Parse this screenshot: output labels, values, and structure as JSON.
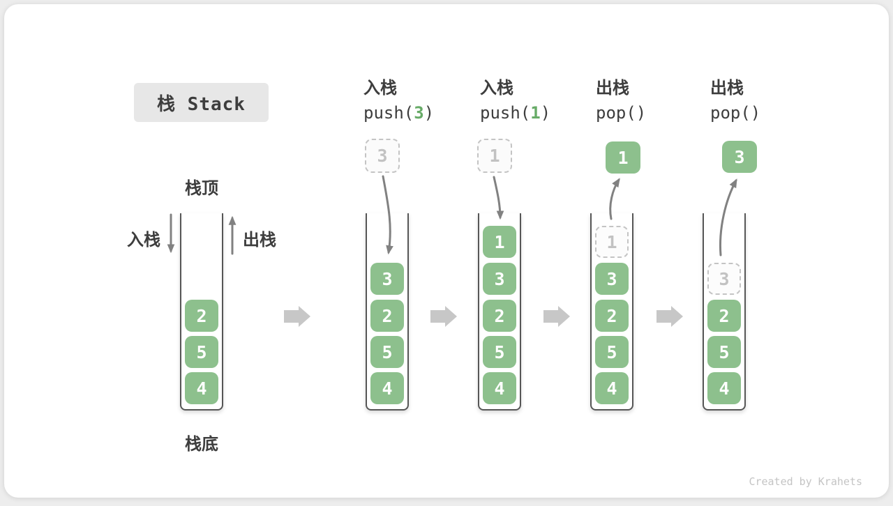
{
  "title": "栈 Stack",
  "watermark": "Created by Krahets",
  "labels": {
    "stack_top": "栈顶",
    "stack_bottom": "栈底",
    "push": "入栈",
    "pop": "出栈"
  },
  "headers": [
    {
      "op": "入栈",
      "code_pre": "push(",
      "code_num": "3",
      "code_post": ")"
    },
    {
      "op": "入栈",
      "code_pre": "push(",
      "code_num": "1",
      "code_post": ")"
    },
    {
      "op": "出栈",
      "code_pre": "pop()",
      "code_num": "",
      "code_post": ""
    },
    {
      "op": "出栈",
      "code_pre": "pop()",
      "code_num": "",
      "code_post": ""
    }
  ],
  "floating": {
    "push3": "3",
    "push1": "1",
    "pop1": "1",
    "pop3": "3"
  },
  "stacks": [
    {
      "cells": [
        "2",
        "5",
        "4"
      ]
    },
    {
      "cells": [
        "3",
        "2",
        "5",
        "4"
      ]
    },
    {
      "cells": [
        "1",
        "3",
        "2",
        "5",
        "4"
      ]
    },
    {
      "ghost": "1",
      "cells": [
        "3",
        "2",
        "5",
        "4"
      ]
    },
    {
      "ghost": "3",
      "cells": [
        "2",
        "5",
        "4"
      ]
    }
  ],
  "colors": {
    "green": "#8dc08d",
    "code_green": "#67ab67",
    "dark_text": "#3d3d3d",
    "arrow_gray": "#818181",
    "block_arrow": "#c7c7c7",
    "ghost_border": "#c4c4c4",
    "ghost_text": "#c2c2c2",
    "wall": "#565656",
    "title_bg": "#e7e7e7",
    "watermark": "#c4c4c4"
  }
}
